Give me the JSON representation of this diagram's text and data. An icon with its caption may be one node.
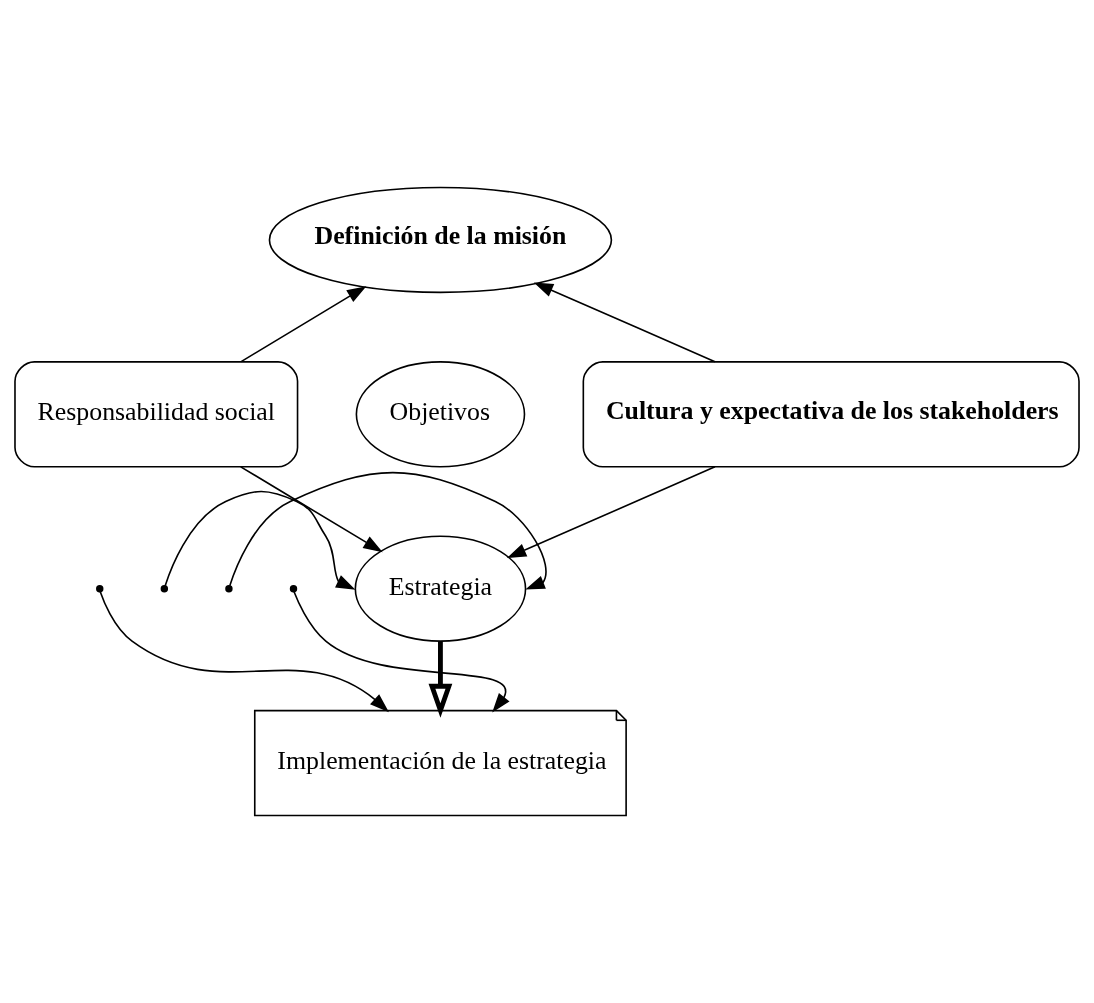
{
  "diagram": {
    "nodes": [
      {
        "text": [
          "Definición de la misión"
        ]
      },
      {
        "text": [
          "Responsabilidad social"
        ]
      },
      {
        "text": [
          "Objetivos"
        ]
      },
      {
        "text": [
          "Cultura y expectativa de los stakeholders"
        ]
      },
      {
        "text": [
          "Estrategia"
        ]
      },
      {
        "text": [
          "Implementación de la estrategia"
        ]
      }
    ],
    "edges": [
      {
        "from": 1,
        "to": 0,
        "arrow": "to"
      },
      {
        "from": 3,
        "to": 0,
        "arrow": "to"
      },
      {
        "from": 1,
        "to": 4,
        "arrow": "to"
      },
      {
        "from": 3,
        "to": 4,
        "arrow": "to"
      },
      {
        "from": 4,
        "to": 5,
        "arrow": "to",
        "style": "thick"
      },
      {
        "from": null,
        "to": 4,
        "arrow": "to"
      },
      {
        "from": null,
        "to": 5,
        "arrow": "to"
      },
      {
        "from": null,
        "to": 4,
        "arrow": "to"
      },
      {
        "from": null,
        "to": 5,
        "arrow": "to"
      }
    ]
  }
}
